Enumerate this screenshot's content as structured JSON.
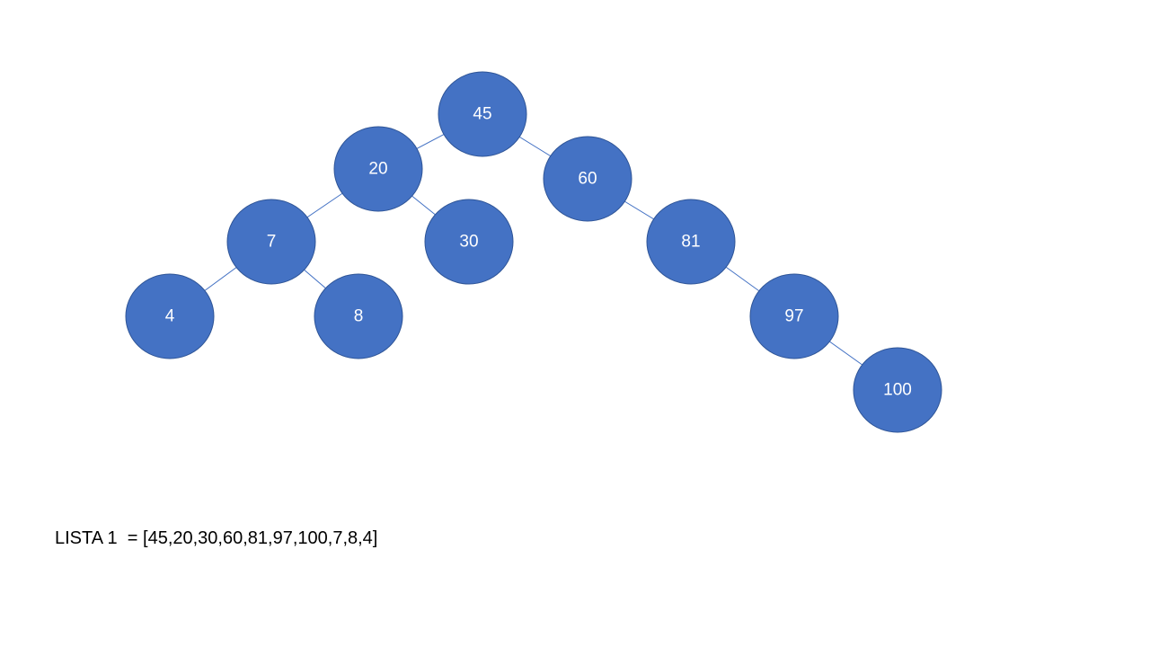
{
  "colors": {
    "node_fill": "#4472C4",
    "node_text": "#FFFFFF",
    "edge": "#4472C4"
  },
  "tree": {
    "nodes": [
      {
        "id": "n45",
        "label": "45"
      },
      {
        "id": "n20",
        "label": "20"
      },
      {
        "id": "n60",
        "label": "60"
      },
      {
        "id": "n7",
        "label": "7"
      },
      {
        "id": "n30",
        "label": "30"
      },
      {
        "id": "n81",
        "label": "81"
      },
      {
        "id": "n4",
        "label": "4"
      },
      {
        "id": "n8",
        "label": "8"
      },
      {
        "id": "n97",
        "label": "97"
      },
      {
        "id": "n100",
        "label": "100"
      }
    ],
    "edges": [
      [
        "n45",
        "n20"
      ],
      [
        "n45",
        "n60"
      ],
      [
        "n20",
        "n7"
      ],
      [
        "n20",
        "n30"
      ],
      [
        "n7",
        "n4"
      ],
      [
        "n7",
        "n8"
      ],
      [
        "n60",
        "n81"
      ],
      [
        "n81",
        "n97"
      ],
      [
        "n97",
        "n100"
      ]
    ]
  },
  "caption": {
    "text": "LISTA 1  = [45,20,30,60,81,97,100,7,8,4]"
  }
}
